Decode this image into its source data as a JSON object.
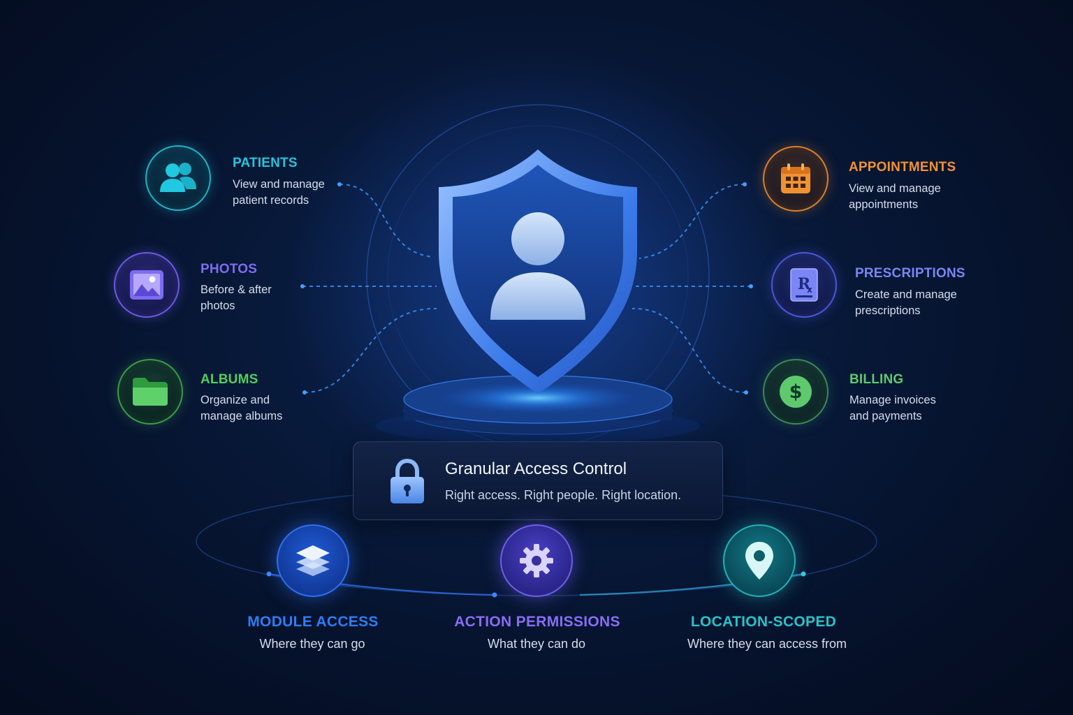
{
  "colors": {
    "teal": "#1fc7dd",
    "purple": "#7d6cf2",
    "green": "#4fcf5c",
    "orange": "#f19232",
    "indigo": "#7a86f5",
    "money_green": "#5fc96e",
    "module_blue": "#2f7cf6",
    "action_violet": "#8a6cf4",
    "location_teal": "#27c3c8"
  },
  "left_modules": [
    {
      "title": "PATIENTS",
      "desc": "View and manage patient records",
      "icon": "users-icon"
    },
    {
      "title": "PHOTOS",
      "desc": "Before & after photos",
      "icon": "image-icon"
    },
    {
      "title": "ALBUMS",
      "desc": "Organize and manage albums",
      "icon": "folder-icon"
    }
  ],
  "right_modules": [
    {
      "title": "APPOINTMENTS",
      "desc": "View and manage appointments",
      "icon": "calendar-icon"
    },
    {
      "title": "PRESCRIPTIONS",
      "desc": "Create and manage prescriptions",
      "icon": "rx-icon"
    },
    {
      "title": "BILLING",
      "desc": "Manage invoices and payments",
      "icon": "dollar-icon"
    }
  ],
  "center": {
    "shield_icon": "shield-user-icon",
    "card_title": "Granular Access Control",
    "card_subtitle": "Right access. Right people. Right location.",
    "lock_icon": "lock-icon"
  },
  "pillars": [
    {
      "title": "MODULE ACCESS",
      "desc": "Where they can go",
      "icon": "layers-icon"
    },
    {
      "title": "ACTION PERMISSIONS",
      "desc": "What they can do",
      "icon": "gear-icon"
    },
    {
      "title": "LOCATION-SCOPED",
      "desc": "Where they can access from",
      "icon": "location-pin-icon"
    }
  ]
}
